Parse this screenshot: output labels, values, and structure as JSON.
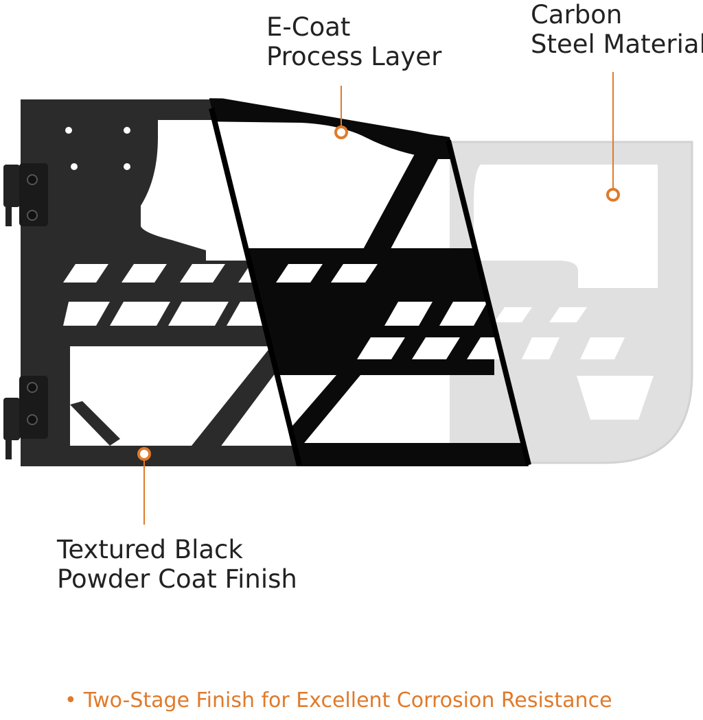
{
  "callouts": [
    {
      "id": "ecoat",
      "lines": [
        "E-Coat",
        "Process Layer"
      ]
    },
    {
      "id": "carbon",
      "lines": [
        "Carbon",
        "Steel Material"
      ]
    },
    {
      "id": "powder",
      "lines": [
        "Textured Black",
        "Powder Coat Finish"
      ]
    }
  ],
  "footer": {
    "bullet": "•",
    "text": "Two-Stage Finish for Excellent Corrosion Resistance"
  },
  "colors": {
    "accent": "#e07a2a",
    "powder_black": "#2b2b2b",
    "ecoat_black": "#0a0a0a",
    "steel_gray": "#e0e0e0",
    "text": "#222222"
  },
  "icons": [
    "callout-dot-icon",
    "hinge-icon",
    "bolt-icon"
  ]
}
